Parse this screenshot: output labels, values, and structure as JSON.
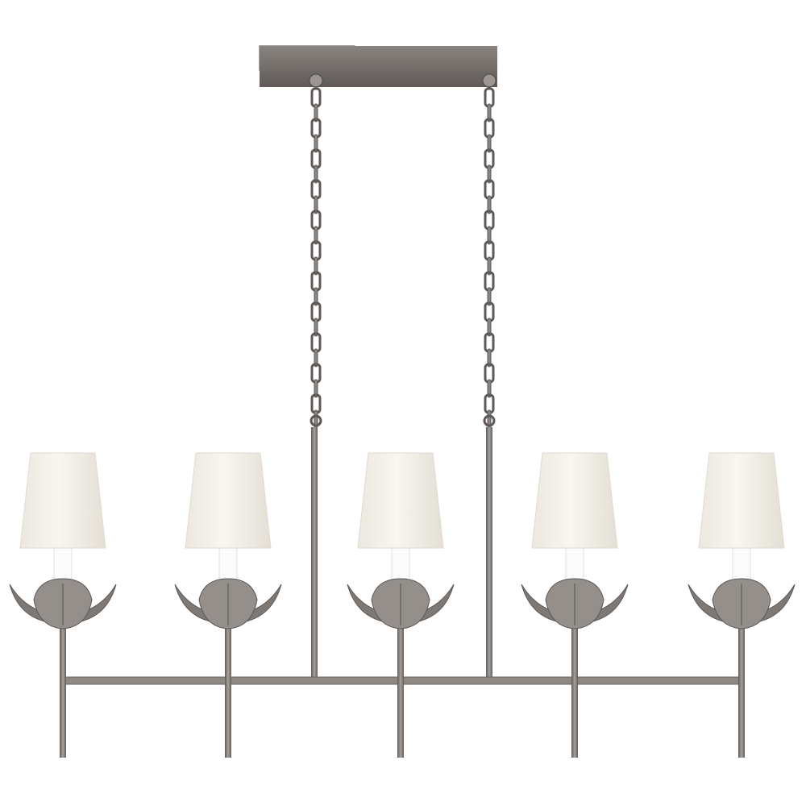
{
  "image": {
    "subject": "chandelier",
    "lamp_count": 5,
    "colors": {
      "background": "#ffffff",
      "metal": "#8a8581",
      "metal_dark": "#5e5956",
      "canopy": "#6f6a66",
      "shade": "#f4f1ea",
      "shade_shadow": "#e6e1d7",
      "candle": "#fbfbfb"
    },
    "icons": [
      "canopy",
      "chain",
      "shade",
      "candle-sleeve",
      "leaf-cup",
      "arm"
    ]
  }
}
